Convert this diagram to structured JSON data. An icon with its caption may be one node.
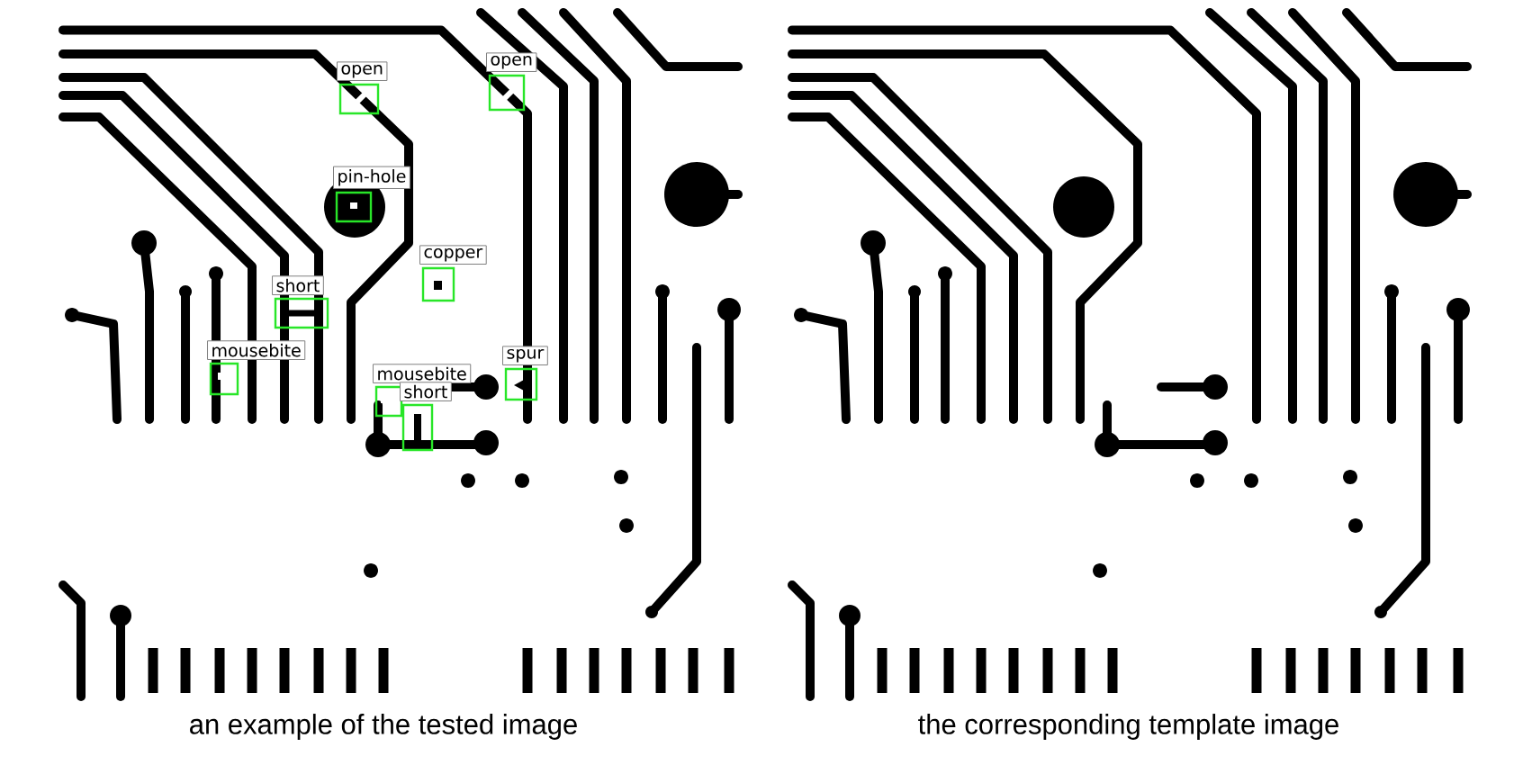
{
  "diagram": {
    "nodes": [
      {
        "text": [],
        "shape": "picture"
      },
      {
        "text": [],
        "shape": "picture"
      },
      {
        "text": [
          "open"
        ],
        "in": 0
      },
      {
        "text": [
          "open"
        ],
        "in": 0
      },
      {
        "text": [
          "pin-hole"
        ],
        "in": 0
      },
      {
        "text": [
          "copper"
        ],
        "in": 0
      },
      {
        "text": [
          "short"
        ],
        "in": 0
      },
      {
        "text": [
          "mousebite"
        ],
        "in": 0
      },
      {
        "text": [
          "spur"
        ],
        "in": 0
      },
      {
        "text": [
          "mousebite"
        ],
        "in": 0
      },
      {
        "text": [
          "short"
        ],
        "in": 0
      }
    ],
    "labels": [
      "an example of the tested image",
      "the corresponding template image"
    ]
  }
}
